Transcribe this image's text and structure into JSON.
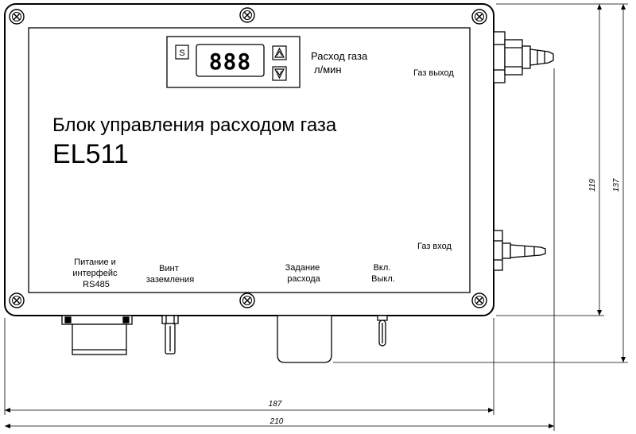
{
  "display": {
    "s_key": "S",
    "digits": "888",
    "flow_label": "Расход газа",
    "flow_unit": "л/мин"
  },
  "title": {
    "line1": "Блок управления расходом газа",
    "model": "EL511"
  },
  "ports": {
    "gas_out": "Газ выход",
    "gas_in": "Газ вход"
  },
  "bottom_labels": {
    "power": [
      "Питание и",
      "интерфейс",
      "RS485"
    ],
    "ground": [
      "Винт",
      "заземления"
    ],
    "setpoint": [
      "Задание",
      "расхода"
    ],
    "switch": [
      "Вкл.",
      "Выкл."
    ]
  },
  "dimensions": {
    "width_inner": "187",
    "width_outer": "210",
    "height_inner": "119",
    "height_outer": "137"
  }
}
